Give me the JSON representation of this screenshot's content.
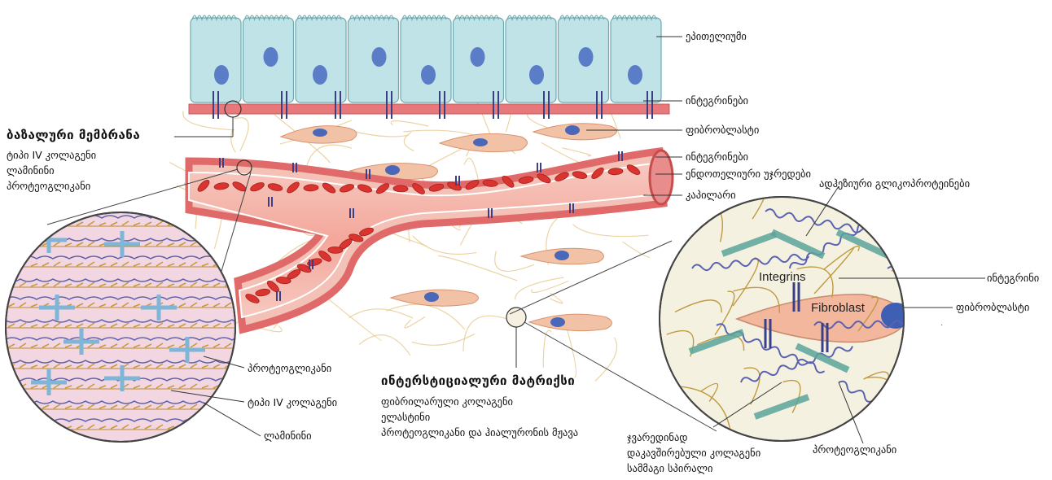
{
  "labels": {
    "epithelium": "ეპითელიუმი",
    "integrins_top": "ინტეგრინები",
    "fibroblast_top": "ფიბრობლასტი",
    "integrins_cap": "ინტეგრინები",
    "endothelial": "ენდოთელიური უჯრედები",
    "capillary": "კაპილარი",
    "adhesive": "ადჰეზიური გლიკოპროტეინები",
    "integrins_right": "ინტეგრინი",
    "fibroblast_right": "ფიბრობლასტი",
    "proteoglycans_left": "პროტეოგლიკანი",
    "collagen_left": "ტიპი IV კოლაგენი",
    "laminin_left": "ლამინინი",
    "proteoglycans_right": "პროტეოგლიკანი"
  },
  "basement_membrane": {
    "title": "ბაზალური მემბრანა",
    "items": [
      "ტიპი IV კოლაგენი",
      "ლამინინი",
      "პროტეოგლიკანი"
    ]
  },
  "interstitial_matrix": {
    "title": "ინტერსტიციალური მატრიქსი",
    "items": [
      "ფიბრილარული კოლაგენი",
      "ელასტინი",
      "პროტეოგლიკანი და ჰიალურონის მჟავა"
    ]
  },
  "crosslinked_collagen": [
    "ჯვარედინად",
    "დაკავშირებული კოლაგენი",
    "სამმაგი სპირალი"
  ],
  "circle_text": {
    "integrins": "Integrins",
    "fibroblast": "Fibroblast"
  },
  "colors": {
    "epithelium_fill": "#bfe3e6",
    "nucleus": "#5b7cc6",
    "membrane": "#e66b6b",
    "fibroblast": "#f2c2a6",
    "capillary": "#e05555",
    "rbc": "#d9342f",
    "fiber": "#e7c98e",
    "laminin": "#7fb5d6",
    "collagen_blue": "#5a62b0",
    "integrin_teal": "#5aa59a"
  }
}
